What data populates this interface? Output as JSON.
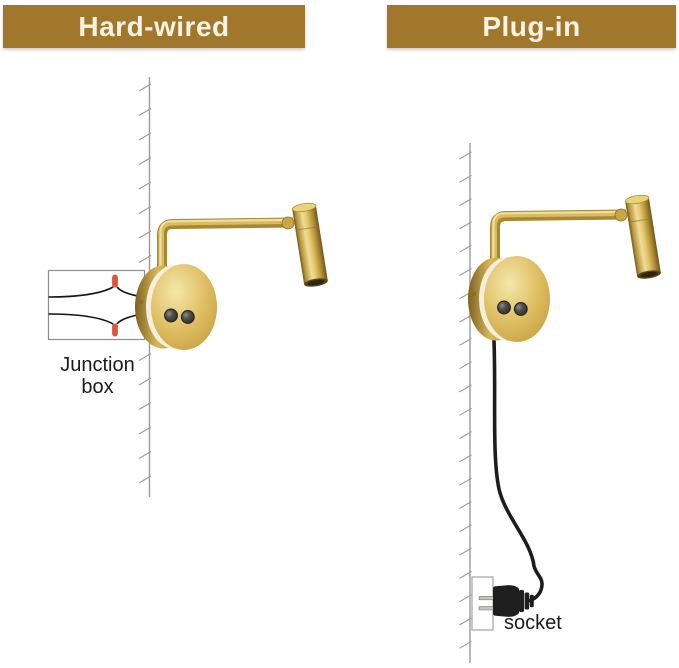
{
  "page": {
    "background_color": "#ffffff",
    "description": "Comparison diagram of brass wall reading lamp installation types"
  },
  "panels": [
    {
      "id": "hard-wired",
      "header": {
        "label": "Hard-wired",
        "bg_color": "#A1782B",
        "text_color": "#F7F2E4"
      },
      "annotation": {
        "label": "Junction\nbox"
      },
      "illustration": {
        "lamp_icon": "brass-wall-sconce-icon",
        "mount_icon": "junction-box-wiring-icon",
        "wire_nut_color": "#E0523A",
        "wire_color": "#151515"
      }
    },
    {
      "id": "plug-in",
      "header": {
        "label": "Plug-in",
        "bg_color": "#A1782B",
        "text_color": "#F7F2E4"
      },
      "annotation": {
        "label": "socket"
      },
      "illustration": {
        "lamp_icon": "brass-wall-sconce-icon",
        "mount_icon": "power-cord-plug-icon",
        "cord_color": "#1d1d1d",
        "prong_color": "#c4c4c0"
      }
    }
  ],
  "shared_colors": {
    "brass_light": "#F0DC96",
    "brass_mid": "#D7B958",
    "brass_dark": "#8A6B26",
    "wall_line": "#9b9b9b",
    "diffuser_ring": "#F3EEDD"
  }
}
